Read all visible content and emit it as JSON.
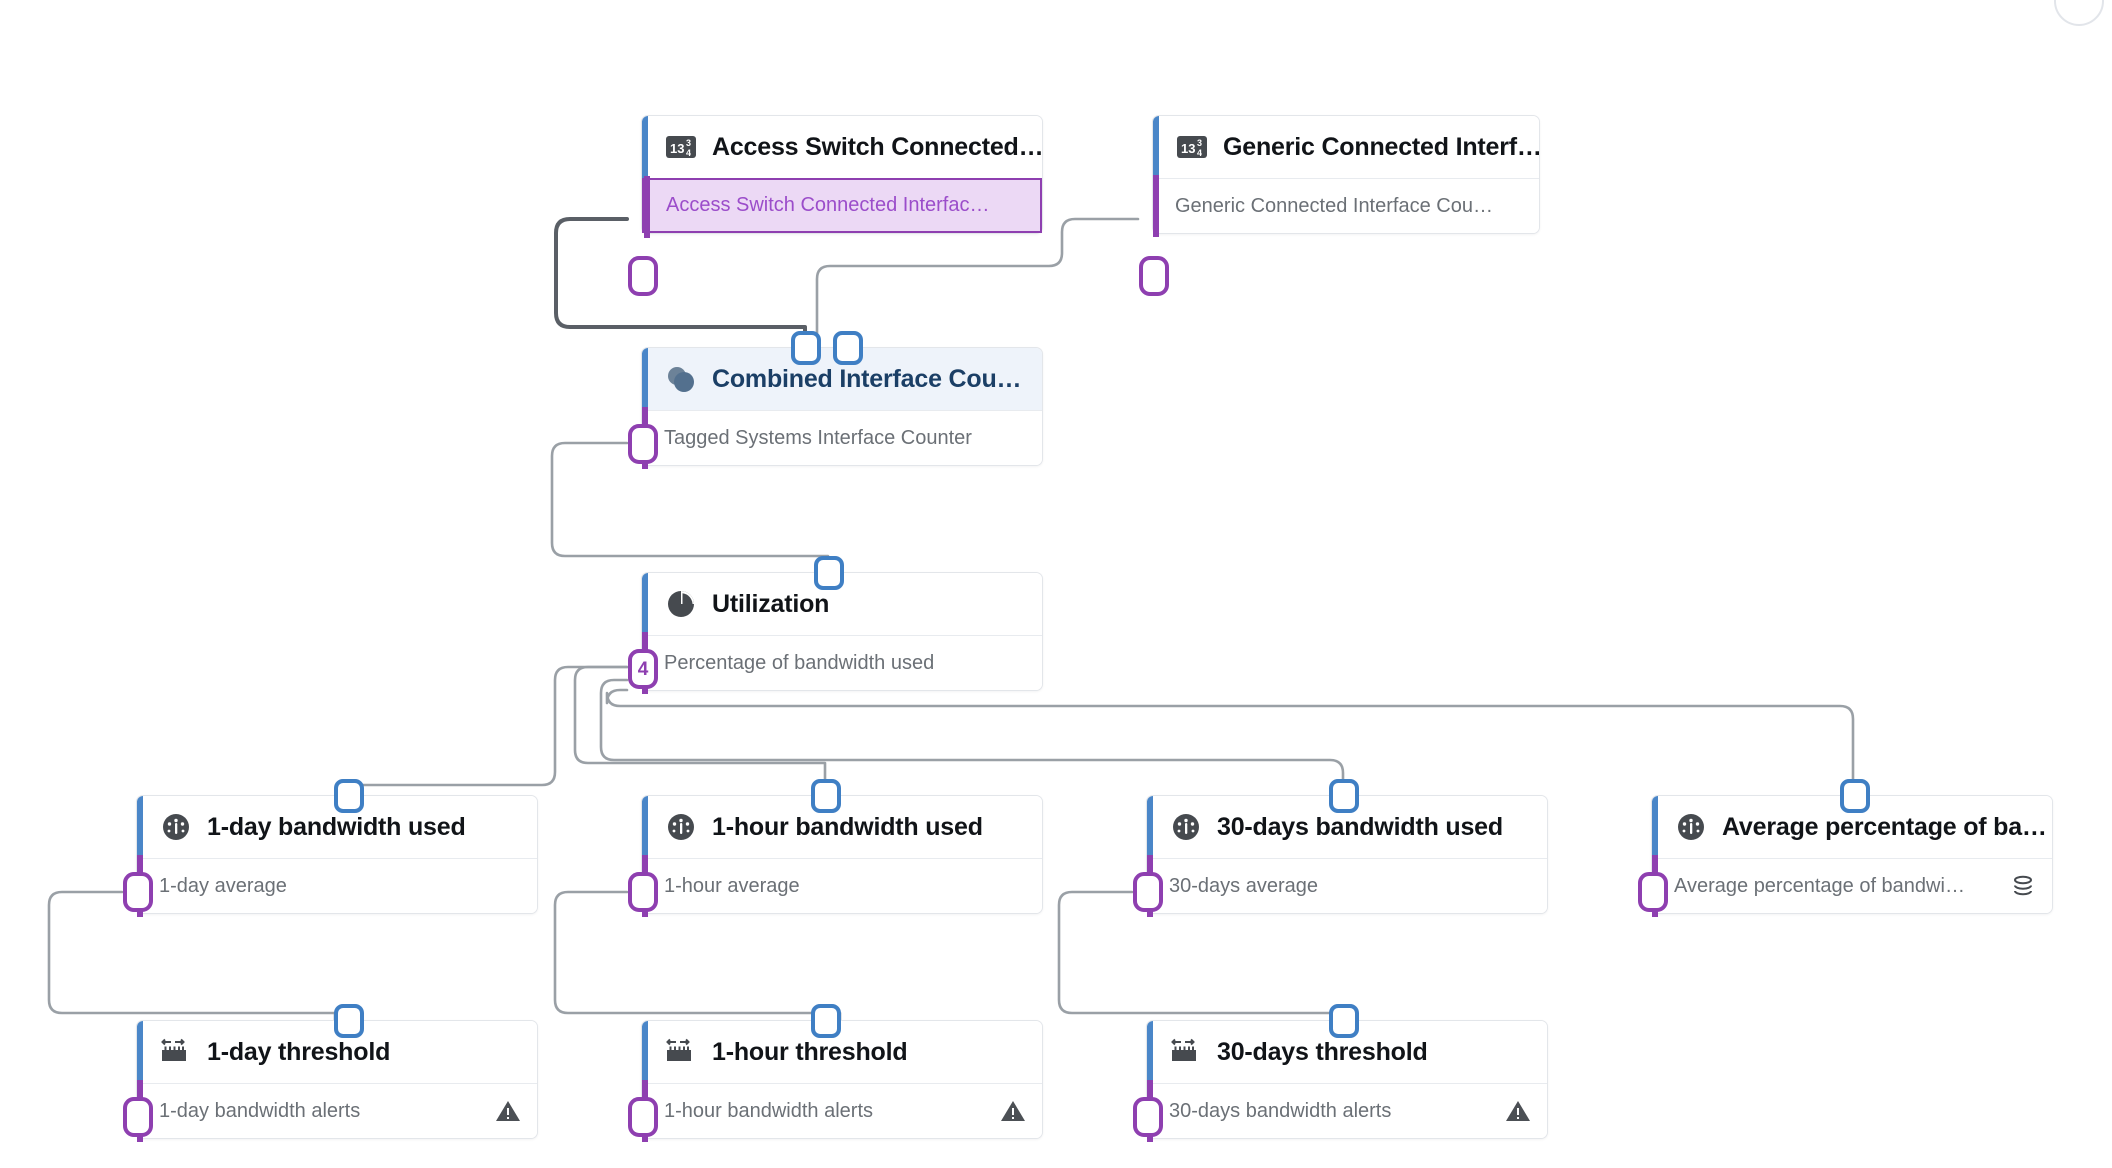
{
  "canvas": {
    "background": "#ffffff",
    "edge_color": "#9aa0a6",
    "edge_color_selected": "#5a5f66",
    "accent_blue": "#4a86c8",
    "accent_purple": "#8e3fb0",
    "selected_fill": "#ecd9f5",
    "selected_header_fill": "#eef3fa"
  },
  "nodes": [
    {
      "id": "access-switch",
      "title": "Access Switch Connected…",
      "icon": "fraction-13-3-4-icon",
      "port_label": "Access Switch Connected Interfac…",
      "port_badge": "",
      "selected": true,
      "row_icon": ""
    },
    {
      "id": "generic-connected",
      "title": "Generic Connected Interf…",
      "icon": "fraction-13-3-4-icon",
      "port_label": "Generic Connected Interface Cou…",
      "port_badge": "",
      "selected": false,
      "row_icon": ""
    },
    {
      "id": "combined-interface",
      "title": "Combined Interface Cou…",
      "icon": "overlapping-circles-icon",
      "port_label": "Tagged Systems Interface Counter",
      "port_badge": "",
      "selected": false,
      "row_icon": ""
    },
    {
      "id": "utilization",
      "title": "Utilization",
      "icon": "pie-chart-icon",
      "port_label": "Percentage of bandwidth used",
      "port_badge": "4",
      "selected": false,
      "row_icon": ""
    },
    {
      "id": "one-day-bandwidth",
      "title": "1-day bandwidth used",
      "icon": "gauge-icon",
      "port_label": "1-day average",
      "port_badge": "",
      "selected": false,
      "row_icon": ""
    },
    {
      "id": "one-hour-bandwidth",
      "title": "1-hour bandwidth used",
      "icon": "gauge-icon",
      "port_label": "1-hour average",
      "port_badge": "",
      "selected": false,
      "row_icon": ""
    },
    {
      "id": "thirty-days-bandwidth",
      "title": "30-days bandwidth used",
      "icon": "gauge-icon",
      "port_label": "30-days average",
      "port_badge": "",
      "selected": false,
      "row_icon": ""
    },
    {
      "id": "average-percentage",
      "title": "Average percentage of ba…",
      "icon": "gauge-icon",
      "port_label": "Average percentage of bandwi…",
      "port_badge": "",
      "selected": false,
      "row_icon": "database-stack-icon"
    },
    {
      "id": "one-day-threshold",
      "title": "1-day threshold",
      "icon": "ruler-icon",
      "port_label": "1-day bandwidth alerts",
      "port_badge": "",
      "selected": false,
      "row_icon": "warning-triangle-icon"
    },
    {
      "id": "one-hour-threshold",
      "title": "1-hour threshold",
      "icon": "ruler-icon",
      "port_label": "1-hour bandwidth alerts",
      "port_badge": "",
      "selected": false,
      "row_icon": "warning-triangle-icon"
    },
    {
      "id": "thirty-days-threshold",
      "title": "30-days threshold",
      "icon": "ruler-icon",
      "port_label": "30-days bandwidth alerts",
      "port_badge": "",
      "selected": false,
      "row_icon": "warning-triangle-icon"
    }
  ]
}
